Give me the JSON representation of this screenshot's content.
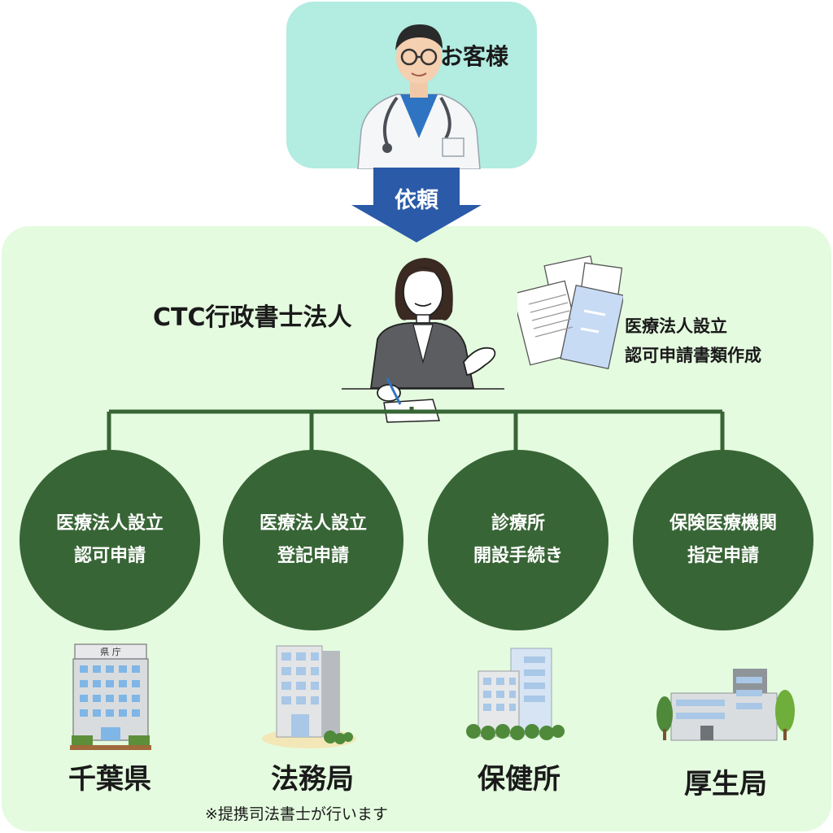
{
  "customer": {
    "label": "お客様"
  },
  "request": {
    "label": "依頼"
  },
  "firm": {
    "label": "CTC行政書士法人"
  },
  "documents": {
    "line1": "医療法人設立",
    "line2": "認可申請書類作成"
  },
  "services": [
    {
      "line1": "医療法人設立",
      "line2": "認可申請"
    },
    {
      "line1": "医療法人設立",
      "line2": "登記申請"
    },
    {
      "line1": "診療所",
      "line2": "開設手続き"
    },
    {
      "line1": "保険医療機関",
      "line2": "指定申請"
    }
  ],
  "buildings": [
    {
      "label": "千葉県",
      "sign": "県 庁"
    },
    {
      "label": "法務局"
    },
    {
      "label": "保健所"
    },
    {
      "label": "厚生局"
    }
  ],
  "note": "※提携司法書士が行います",
  "colors": {
    "customer_bg": "#b3ece1",
    "panel_bg": "#e4fbdf",
    "circle": "#386536",
    "arrow": "#2a5aa8"
  }
}
